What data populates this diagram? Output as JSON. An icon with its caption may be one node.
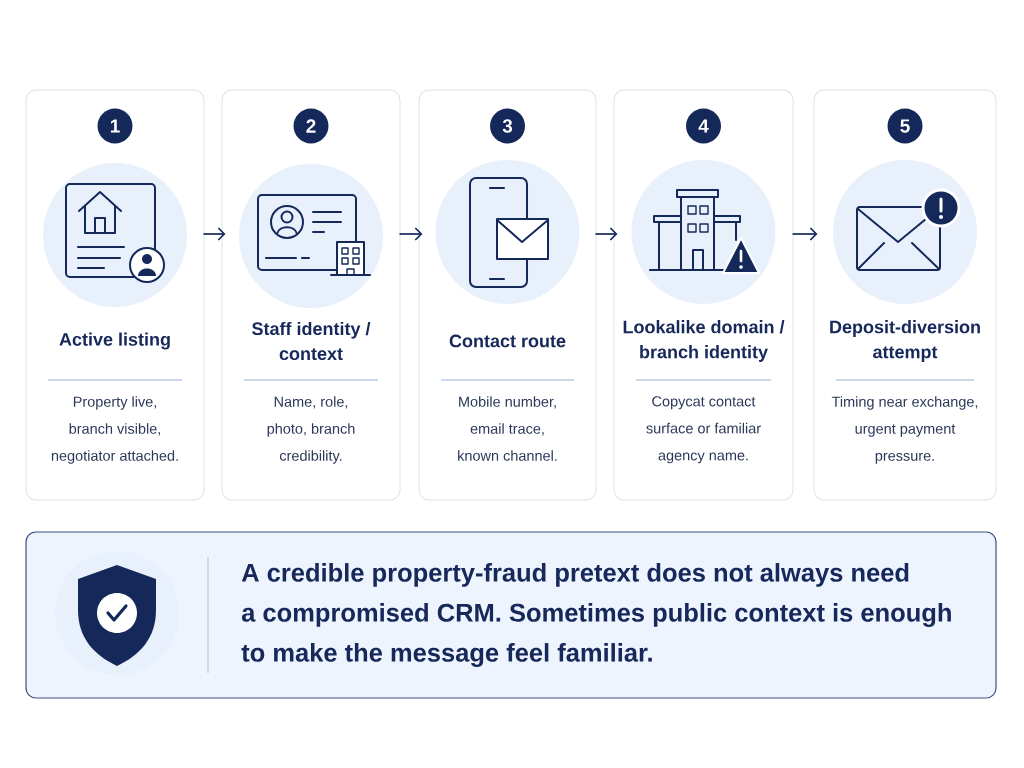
{
  "diagram": {
    "nodes": [
      {
        "text": [
          "Active listing",
          "Property live, branch visible, negotiator attached."
        ]
      },
      {
        "text": [
          "1"
        ],
        "in": 0
      },
      {
        "text": [
          "Staff identity / context",
          "Name, role, photo, branch credibility."
        ]
      },
      {
        "text": [
          "2"
        ],
        "in": 2
      },
      {
        "text": [
          "Contact route",
          "Mobile number, email trace, known channel."
        ]
      },
      {
        "text": [
          "3"
        ],
        "in": 4
      },
      {
        "text": [
          "Lookalike domain / branch identity",
          "Copycat contact surface or familiar agency name."
        ]
      },
      {
        "text": [
          "4"
        ],
        "in": 6
      },
      {
        "text": [
          "Deposit-diversion attempt",
          "Timing near exchange, urgent payment pressure."
        ]
      },
      {
        "text": [
          "5"
        ],
        "in": 8
      },
      {
        "text": [
          "A credible property-fraud pretext does not always need a compromised CRM. Sometimes public context is enough to make the message feel familiar."
        ]
      }
    ],
    "edges": [
      {
        "from": 0,
        "to": 2,
        "arrow": "to"
      },
      {
        "from": 2,
        "to": 4,
        "arrow": "to"
      },
      {
        "from": 4,
        "to": 6,
        "arrow": "to"
      },
      {
        "from": 6,
        "to": 8,
        "arrow": "to"
      }
    ]
  }
}
